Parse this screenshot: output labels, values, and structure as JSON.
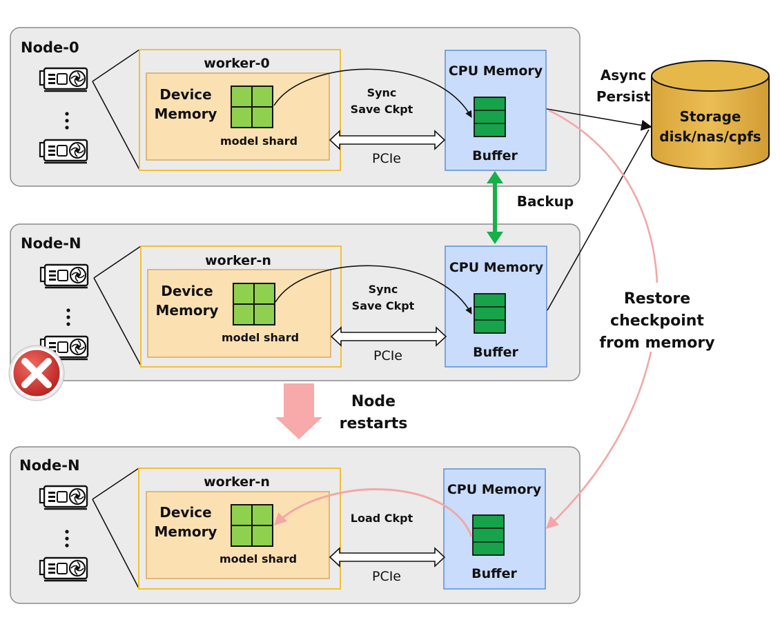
{
  "colors": {
    "node_bg": "#ebebeb",
    "node_border": "#8a8a8a",
    "worker_border": "#f2c033",
    "device_memory_fill": "#fbe0b2",
    "cpu_memory_fill": "#c9dcfb",
    "cpu_memory_border": "#5b8fd6",
    "shard_green": "#8fd14f",
    "buffer_green": "#16a34a",
    "backup_arrow": "#16b04a",
    "restore_arrow": "#f4a6a6",
    "restart_arrow": "#f8a9a9",
    "storage_fill": "#e6b84a",
    "error_red": "#d9302c"
  },
  "storage": {
    "label_line1": "Storage",
    "label_line2": "disk/nas/cpfs",
    "icon": "database-cylinder-icon"
  },
  "flows": {
    "async_persist_line1": "Async",
    "async_persist_line2": "Persist",
    "backup": "Backup",
    "restore_line1": "Restore",
    "restore_line2": "checkpoint",
    "restore_line3": "from memory",
    "node_restarts_line1": "Node",
    "node_restarts_line2": "restarts"
  },
  "nodes": [
    {
      "title": "Node-0",
      "worker": "worker-0",
      "device_memory_line1": "Device",
      "device_memory_line2": "Memory",
      "shard_label": "model shard",
      "cpu_memory": "CPU Memory",
      "buffer": "Buffer",
      "transfer_line1": "Sync",
      "transfer_line2": "Save Ckpt",
      "link": "PCIe",
      "failed": false
    },
    {
      "title": "Node-N",
      "worker": "worker-n",
      "device_memory_line1": "Device",
      "device_memory_line2": "Memory",
      "shard_label": "model shard",
      "cpu_memory": "CPU Memory",
      "buffer": "Buffer",
      "transfer_line1": "Sync",
      "transfer_line2": "Save Ckpt",
      "link": "PCIe",
      "failed": true
    },
    {
      "title": "Node-N",
      "worker": "worker-n",
      "device_memory_line1": "Device",
      "device_memory_line2": "Memory",
      "shard_label": "model shard",
      "cpu_memory": "CPU Memory",
      "buffer": "Buffer",
      "transfer_line1": "Load Ckpt",
      "transfer_line2": "",
      "link": "PCIe",
      "failed": false
    }
  ]
}
